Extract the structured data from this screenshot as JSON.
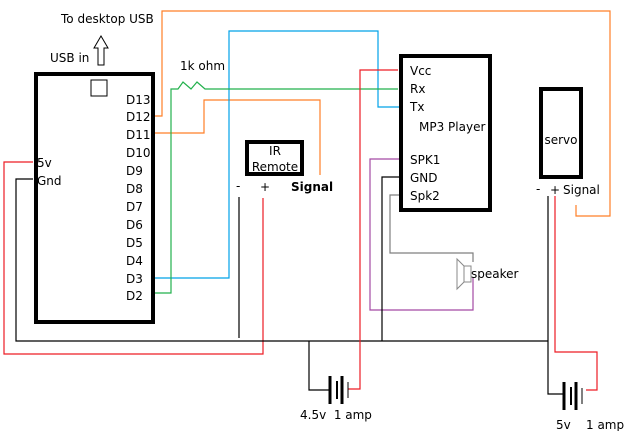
{
  "labels": {
    "to_desktop": "To desktop USB",
    "usb_in": "USB in",
    "resistor": "1k ohm",
    "speaker": "speaker",
    "battery1": "4.5v  1 amp",
    "battery2": "5v    1 amp"
  },
  "arduino": {
    "pins": [
      "D13",
      "D12",
      "D11",
      "D10",
      "D9",
      "D8",
      "D7",
      "D6",
      "D5",
      "D4",
      "D3",
      "D2"
    ],
    "power": "5v",
    "ground": "Gnd"
  },
  "ir": {
    "line1": "IR",
    "line2": "Remote",
    "minus": "-",
    "plus": "+",
    "signal": "Signal"
  },
  "mp3": {
    "vcc": "Vcc",
    "rx": "Rx",
    "tx": "Tx",
    "title": "MP3 Player",
    "spk1": "SPK1",
    "gnd": "GND",
    "spk2": "Spk2"
  },
  "servo": {
    "title": "servo",
    "minus": "-",
    "plus": "+",
    "signal": "Signal"
  },
  "colors": {
    "red": "#ed1c24",
    "orange": "#ff7f27",
    "blue": "#00a2e8",
    "green": "#22b14c",
    "purple": "#a349a4",
    "gray": "#7f7f7f"
  }
}
